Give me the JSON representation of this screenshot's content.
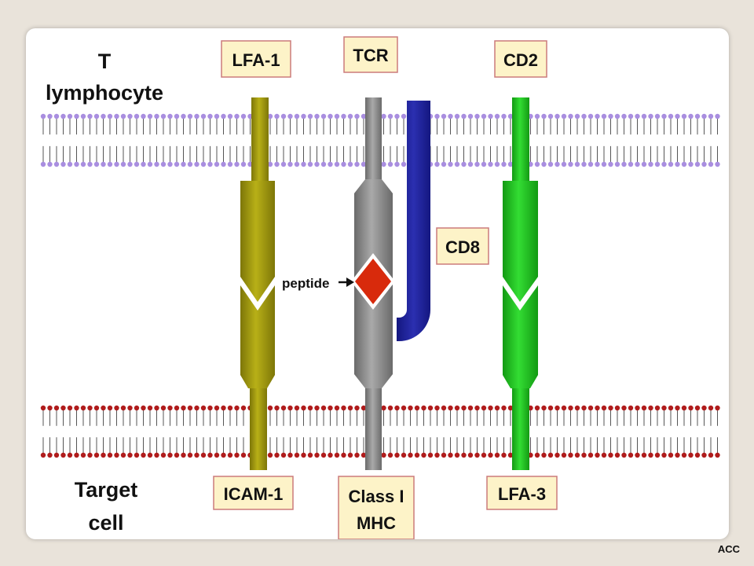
{
  "diagram": {
    "cells": {
      "top": "T lymphocyte",
      "top_line1": "T",
      "top_line2": "lymphocyte",
      "bottom_line1": "Target",
      "bottom_line2": "cell"
    },
    "labels": {
      "lfa1": "LFA-1",
      "tcr": "TCR",
      "cd2": "CD2",
      "cd8": "CD8",
      "icam1": "ICAM-1",
      "mhc_line1": "Class I",
      "mhc_line2": "MHC",
      "lfa3": "LFA-3",
      "peptide": "peptide"
    },
    "colors": {
      "lfa1_icam1": "#a39c10",
      "tcr_mhc": "#8c8c8c",
      "cd8": "#1c1f8f",
      "cd2_lfa3": "#22c322",
      "peptide": "#d82a0c",
      "top_membrane_heads": "#a98ee0",
      "bottom_membrane_heads": "#b01c1c",
      "label_box_fill": "#fdf3c8",
      "label_box_border": "#cc7b7b"
    }
  },
  "footer": "ACC"
}
